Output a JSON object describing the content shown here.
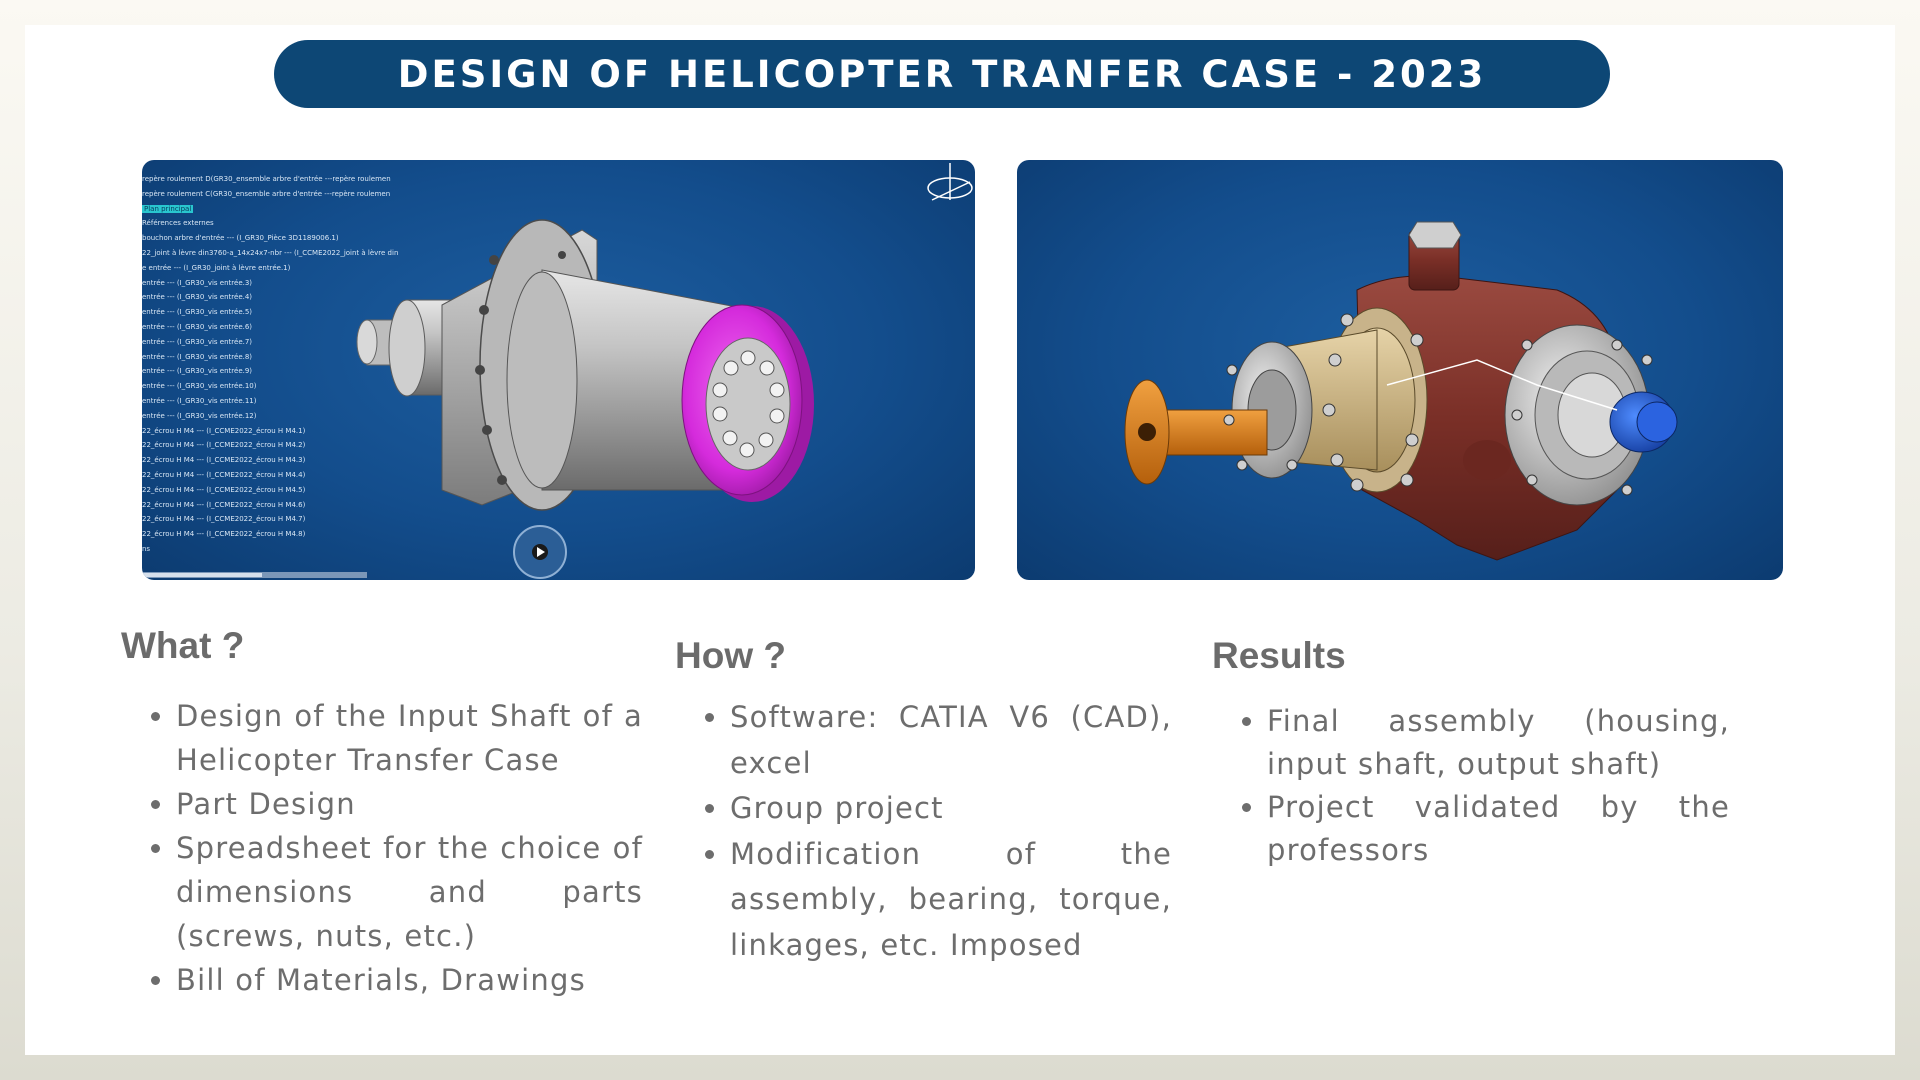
{
  "title": "DESIGN OF HELICOPTER TRANFER CASE - 2023",
  "colors": {
    "title_bar": "#0d4775",
    "viewport_blue": "#134d8c",
    "heading_gray": "#6b6b6b",
    "text_gray": "#6d6d6d",
    "magenta_part": "#d52bdc",
    "housing_red": "#7a2f27",
    "shaft_orange": "#d97a14",
    "shaft_blue": "#1d55c8"
  },
  "left_image": {
    "tree_items": [
      "repère roulement D(GR30_ensemble arbre d'entrée ---repère roulemen",
      "repère roulement C(GR30_ensemble arbre d'entrée ---repère roulemen",
      "Plan principal",
      "Références externes",
      "bouchon arbre d'entrée --- (I_GR30_Pièce 3D1189006.1)",
      "22_joint à lèvre din3760-a_14x24x7-nbr --- (I_CCME2022_joint à lèvre din",
      "e entrée --- (I_GR30_joint à lèvre entrée.1)",
      "entrée --- (I_GR30_vis entrée.3)",
      "entrée --- (I_GR30_vis entrée.4)",
      "entrée --- (I_GR30_vis entrée.5)",
      "entrée --- (I_GR30_vis entrée.6)",
      "entrée --- (I_GR30_vis entrée.7)",
      "entrée --- (I_GR30_vis entrée.8)",
      "entrée --- (I_GR30_vis entrée.9)",
      "entrée --- (I_GR30_vis entrée.10)",
      "entrée --- (I_GR30_vis entrée.11)",
      "entrée --- (I_GR30_vis entrée.12)",
      "22_écrou H M4 --- (I_CCME2022_écrou H M4.1)",
      "22_écrou H M4 --- (I_CCME2022_écrou H M4.2)",
      "22_écrou H M4 --- (I_CCME2022_écrou H M4.3)",
      "22_écrou H M4 --- (I_CCME2022_écrou H M4.4)",
      "22_écrou H M4 --- (I_CCME2022_écrou H M4.5)",
      "22_écrou H M4 --- (I_CCME2022_écrou H M4.6)",
      "22_écrou H M4 --- (I_CCME2022_écrou H M4.7)",
      "22_écrou H M4 --- (I_CCME2022_écrou H M4.8)",
      "ns"
    ],
    "highlighted_index": 2
  },
  "what": {
    "heading": "What ?",
    "items": [
      "Design of the Input Shaft of a Helicopter Transfer Case",
      "Part Design",
      "Spreadsheet for the choice of dimensions and parts (screws, nuts, etc.)",
      "Bill of Materials, Drawings"
    ]
  },
  "how": {
    "heading": "How ?",
    "items": [
      "Software: CATIA V6 (CAD), excel",
      "Group project",
      "Modification of the assembly, bearing, torque, linkages, etc. Imposed"
    ]
  },
  "results": {
    "heading": "Results",
    "items": [
      "Final assembly (housing, input shaft, output shaft)",
      "Project validated by the professors"
    ]
  }
}
